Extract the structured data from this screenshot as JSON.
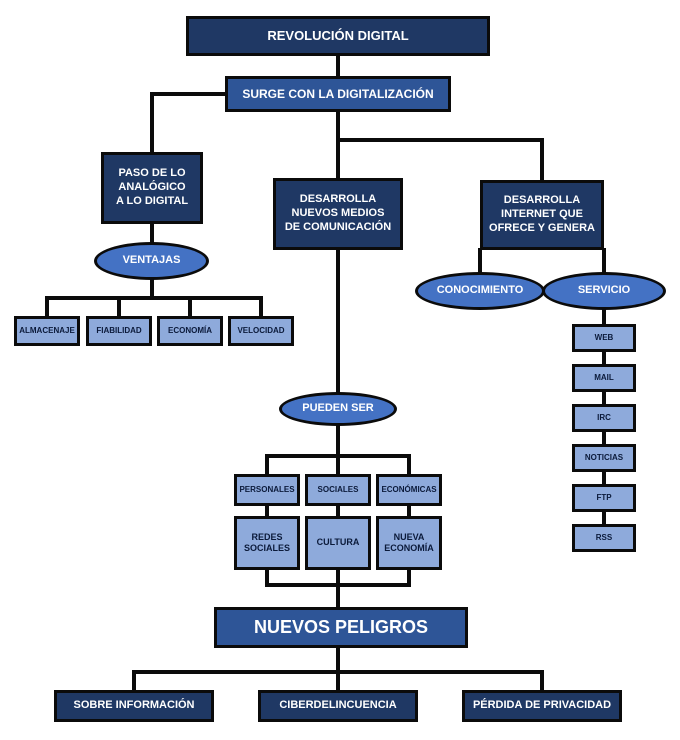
{
  "root": "REVOLUCIÓN DIGITAL",
  "origin": "SURGE CON LA DIGITALIZACIÓN",
  "left_branch": {
    "title": "PASO DE LO\nANALÓGICO\nA LO DIGITAL",
    "connector": "VENTAJAS",
    "items": [
      "ALMACENAJE",
      "FIABILIDAD",
      "ECONOMÍA",
      "VELOCIDAD"
    ]
  },
  "center_branch": {
    "title": "DESARROLLA\nNUEVOS MEDIOS\nDE COMUNICACIÓN",
    "connector": "PUEDEN SER",
    "categories": [
      "PERSONALES",
      "SOCIALES",
      "ECONÓMICAS"
    ],
    "results": [
      "REDES\nSOCIALES",
      "CULTURA",
      "NUEVA\nECONOMÍA"
    ]
  },
  "right_branch": {
    "title": "DESARROLLA\nINTERNET QUE\nOFRECE Y GENERA",
    "connectors": [
      "CONOCIMIENTO",
      "SERVICIO"
    ],
    "services": [
      "WEB",
      "MAIL",
      "IRC",
      "NOTICIAS",
      "FTP",
      "RSS"
    ]
  },
  "dangers": {
    "title": "NUEVOS PELIGROS",
    "items": [
      "SOBRE INFORMACIÓN",
      "CIBERDELINCUENCIA",
      "PÉRDIDA DE PRIVACIDAD"
    ]
  }
}
